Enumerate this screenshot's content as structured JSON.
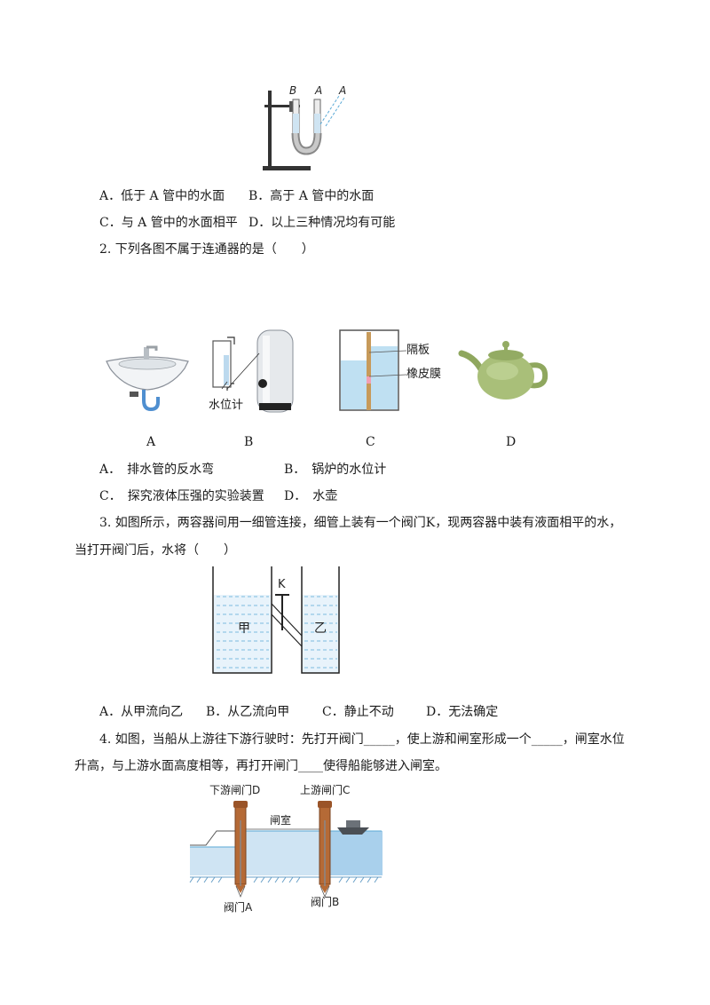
{
  "q1": {
    "figure_labels": {
      "b": "B",
      "a1": "A",
      "a2": "A"
    },
    "options": {
      "a": "A．低于 A 管中的水面",
      "b": "B．高于 A 管中的水面",
      "c": "C．与 A 管中的水面相平",
      "d": "D．以上三种情况均有可能"
    }
  },
  "q2": {
    "stem": "2. 下列各图不属于连通器的是（　　）",
    "figure_labels": {
      "water_gauge": "水位计",
      "partition": "隔板",
      "membrane": "橡皮膜"
    },
    "image_letters": [
      "A",
      "B",
      "C",
      "D"
    ],
    "options": {
      "a": "A．　排水管的反水弯",
      "b": "B．　锅炉的水位计",
      "c": "C．　探究液体压强的实验装置",
      "d": "D．　水壶"
    }
  },
  "q3": {
    "stem_line1": "3. 如图所示，两容器间用一细管连接，细管上装有一个阀门K，现两容器中装有液面相平的水，",
    "stem_line2": "当打开阀门后，水将（　　）",
    "figure_labels": {
      "valve": "K",
      "left": "甲",
      "right": "乙"
    },
    "options": {
      "a": "A．从甲流向乙",
      "b": "B．从乙流向甲",
      "c": "C．静止不动",
      "d": "D．无法确定"
    }
  },
  "q4": {
    "stem_line1": "4. 如图，当船从上游往下游行驶时：先打开阀门_____，使上游和闸室形成一个_____，闸室水位",
    "stem_line2": "升高，与上游水面高度相等，再打开闸门____使得船能够进入闸室。",
    "figure_labels": {
      "gate_d": "下游闸门D",
      "gate_c": "上游闸门C",
      "chamber": "闸室",
      "valve_a": "阀门A",
      "valve_b": "阀门B"
    }
  }
}
